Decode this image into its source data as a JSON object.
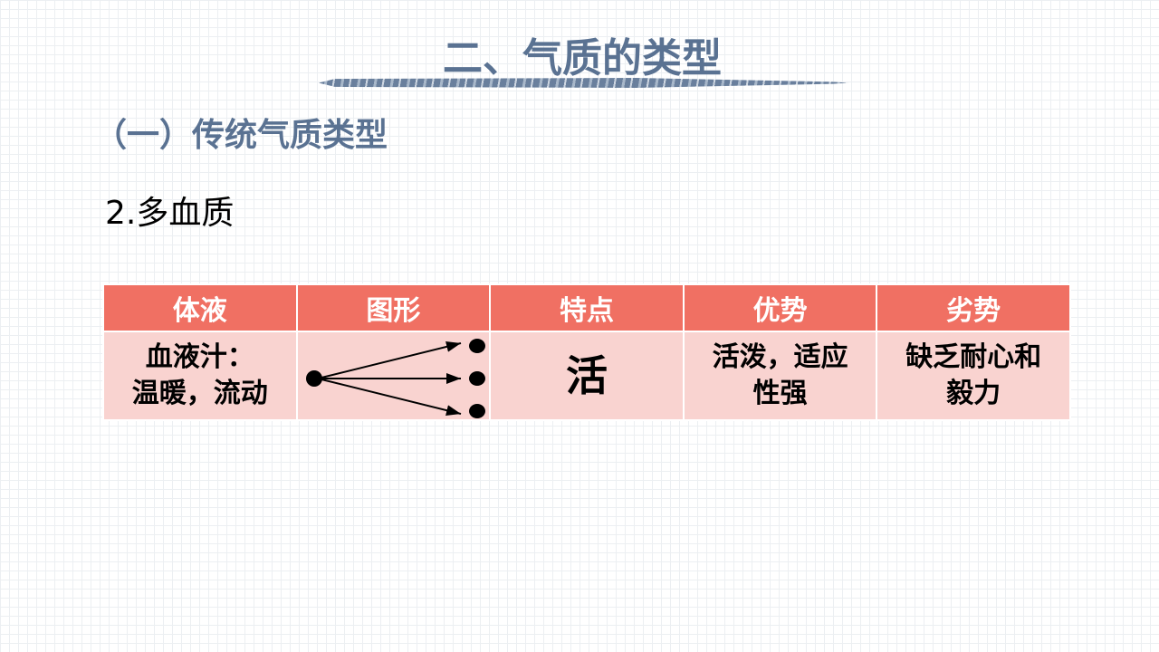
{
  "title": "二、气质的类型",
  "subtitle": "（一）传统气质类型",
  "item": "2.多血质",
  "table": {
    "headers": [
      "体液",
      "图形",
      "特点",
      "优势",
      "劣势"
    ],
    "row": {
      "fluid": [
        "血液汁：",
        "温暖，流动"
      ],
      "feature": "活",
      "advantage": [
        "活泼，适应",
        "性强"
      ],
      "disadvantage": [
        "缺乏耐心和",
        "毅力"
      ]
    }
  },
  "colors": {
    "header": "#f07063",
    "cell": "#f9d3d0",
    "title": "#5a7292"
  }
}
